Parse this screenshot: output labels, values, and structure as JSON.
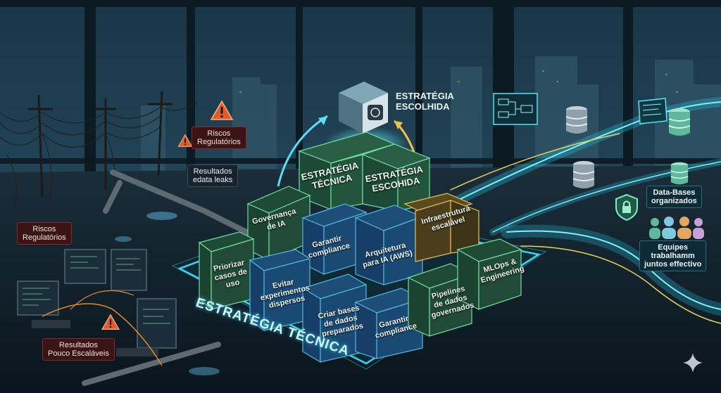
{
  "top": {
    "title_line1": "ESTRATÉGIA",
    "title_line2": "ESCOLHIDA"
  },
  "left_tags": {
    "riscos_top_line1": "Riscos",
    "riscos_top_line2": "Regulatórios",
    "leaks_line1": "Resultados",
    "leaks_line2": "edata leaks",
    "riscos_left_line1": "Riscos",
    "riscos_left_line2": "Regulatórios",
    "pouco_line1": "Resultados",
    "pouco_line2": "Pouco Escaláveis"
  },
  "pyramid": {
    "top_left_line1": "ESTRATÉGIA",
    "top_left_line2": "TÉCNICA",
    "top_right_line1": "ESTRATÉGIA",
    "top_right_line2": "ESCOHIDA",
    "governanca_line1": "Governança",
    "governanca_line2": "de IA",
    "garantir_mid_line1": "Garantir",
    "garantir_mid_line2": "compliance",
    "arquitetura_line1": "Arquitetura",
    "arquitetura_line2": "para IA (AWS)",
    "infra_line1": "Infraestrutura",
    "infra_line2": "escalável",
    "priorizar_line1": "Priorizar",
    "priorizar_line2": "casos de",
    "priorizar_line3": "uso",
    "evitar_line1": "Evitar",
    "evitar_line2": "experimentos",
    "evitar_line3": "dispersos",
    "criar_line1": "Criar bases",
    "criar_line2": "de dados",
    "criar_line3": "preparados",
    "garantir_bot_line1": "Garantir",
    "garantir_bot_line2": "compliance",
    "pipelines_line1": "Pipelines",
    "pipelines_line2": "de dados",
    "pipelines_line3": "governados",
    "mlops_line1": "MLOps &",
    "mlops_line2": "Engineering"
  },
  "base_label": "ESTRATÉGIA TÉCNICA",
  "right_tags": {
    "databases_line1": "Data-Bases",
    "databases_line2": "organizados",
    "equipes_line1": "Equipes",
    "equipes_line2": "trabalhamm",
    "equipes_line3": "juntos effectivo"
  },
  "colors": {
    "glow": "#29c6e0",
    "cube_dark": "#16303a",
    "cube_green": "#1d4a36",
    "cube_blue": "#173e66",
    "warning": "#e25a2a"
  },
  "icons": [
    "warning-icon",
    "chip-cube-icon",
    "database-icon",
    "lock-icon",
    "team-icon",
    "flowchart-icon",
    "sparkle-icon"
  ]
}
